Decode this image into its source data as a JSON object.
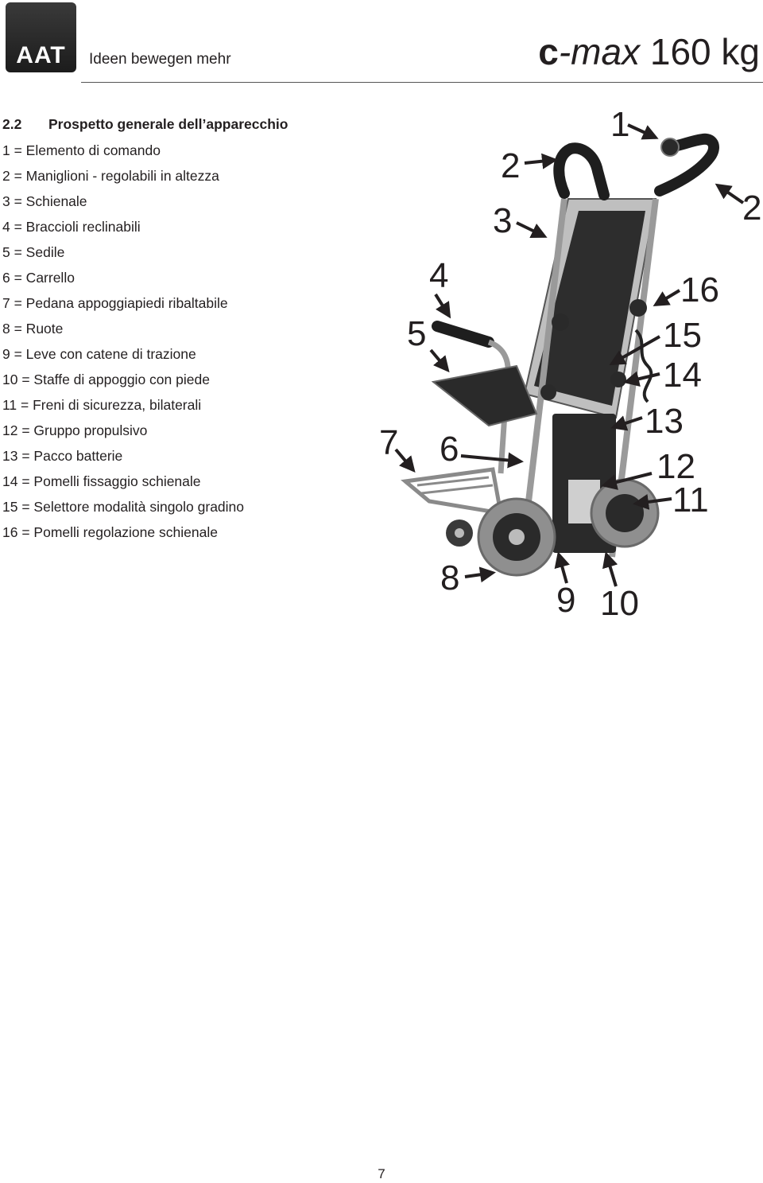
{
  "header": {
    "logo_text": "AAT",
    "tagline": "Ideen bewegen mehr",
    "product_mark": "c",
    "product_brand": "-max",
    "product_capacity": "160 kg"
  },
  "section": {
    "number": "2.2",
    "title": "Prospetto generale dell’apparecchio"
  },
  "legend": [
    "1 = Elemento di comando",
    "2 = Maniglioni - regolabili in altezza",
    "3 = Schienale",
    "4 = Braccioli reclinabili",
    "5 = Sedile",
    "6 = Carrello",
    "7 = Pedana appoggiapiedi ribaltabile",
    "8 = Ruote",
    "9 = Leve con catene di trazione",
    "10 = Staffe di appoggio con piede",
    "11 = Freni di sicurezza, bilaterali",
    "12 = Gruppo propulsivo",
    "13 = Pacco batterie",
    "14 = Pomelli fissaggio schienale",
    "15 = Selettore modalità singolo gradino",
    "16 = Pomelli regolazione schienale"
  ],
  "callouts": {
    "c1": "1",
    "c2a": "2",
    "c2b": "2",
    "c3": "3",
    "c4": "4",
    "c5": "5",
    "c6": "6",
    "c7": "7",
    "c8": "8",
    "c9": "9",
    "c10": "10",
    "c11": "11",
    "c12": "12",
    "c13": "13",
    "c14": "14",
    "c15": "15",
    "c16": "16"
  },
  "page_number": "7"
}
